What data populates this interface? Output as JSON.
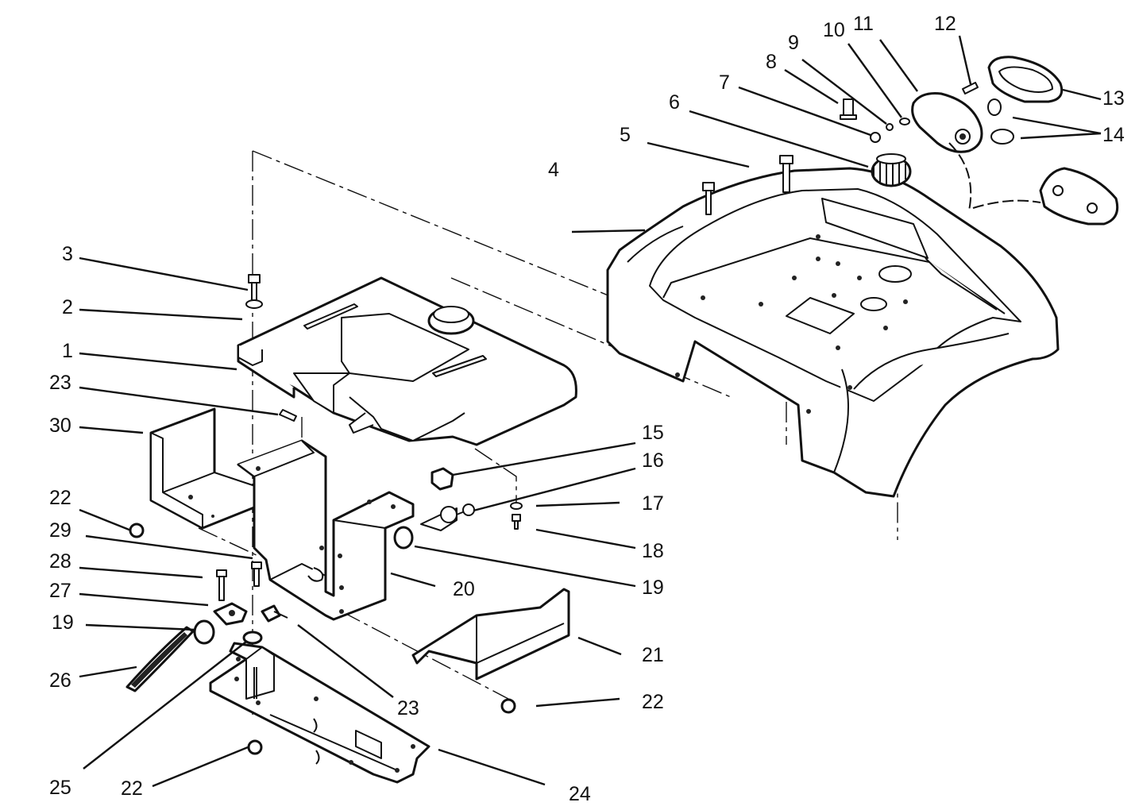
{
  "callouts": [
    {
      "id": "c1",
      "label": "1"
    },
    {
      "id": "c2",
      "label": "2"
    },
    {
      "id": "c3",
      "label": "3"
    },
    {
      "id": "c4",
      "label": "4"
    },
    {
      "id": "c5",
      "label": "5"
    },
    {
      "id": "c6",
      "label": "6"
    },
    {
      "id": "c7",
      "label": "7"
    },
    {
      "id": "c8",
      "label": "8"
    },
    {
      "id": "c9",
      "label": "9"
    },
    {
      "id": "c10",
      "label": "10"
    },
    {
      "id": "c11",
      "label": "11"
    },
    {
      "id": "c12",
      "label": "12"
    },
    {
      "id": "c13",
      "label": "13"
    },
    {
      "id": "c14",
      "label": "14"
    },
    {
      "id": "c15",
      "label": "15"
    },
    {
      "id": "c16",
      "label": "16"
    },
    {
      "id": "c17",
      "label": "17"
    },
    {
      "id": "c18",
      "label": "18"
    },
    {
      "id": "c19a",
      "label": "19"
    },
    {
      "id": "c19b",
      "label": "19"
    },
    {
      "id": "c20",
      "label": "20"
    },
    {
      "id": "c21",
      "label": "21"
    },
    {
      "id": "c22a",
      "label": "22"
    },
    {
      "id": "c22b",
      "label": "22"
    },
    {
      "id": "c22c",
      "label": "22"
    },
    {
      "id": "c23a",
      "label": "23"
    },
    {
      "id": "c23b",
      "label": "23"
    },
    {
      "id": "c24",
      "label": "24"
    },
    {
      "id": "c25",
      "label": "25"
    },
    {
      "id": "c26",
      "label": "26"
    },
    {
      "id": "c27",
      "label": "27"
    },
    {
      "id": "c28",
      "label": "28"
    },
    {
      "id": "c29",
      "label": "29"
    },
    {
      "id": "c30",
      "label": "30"
    }
  ]
}
